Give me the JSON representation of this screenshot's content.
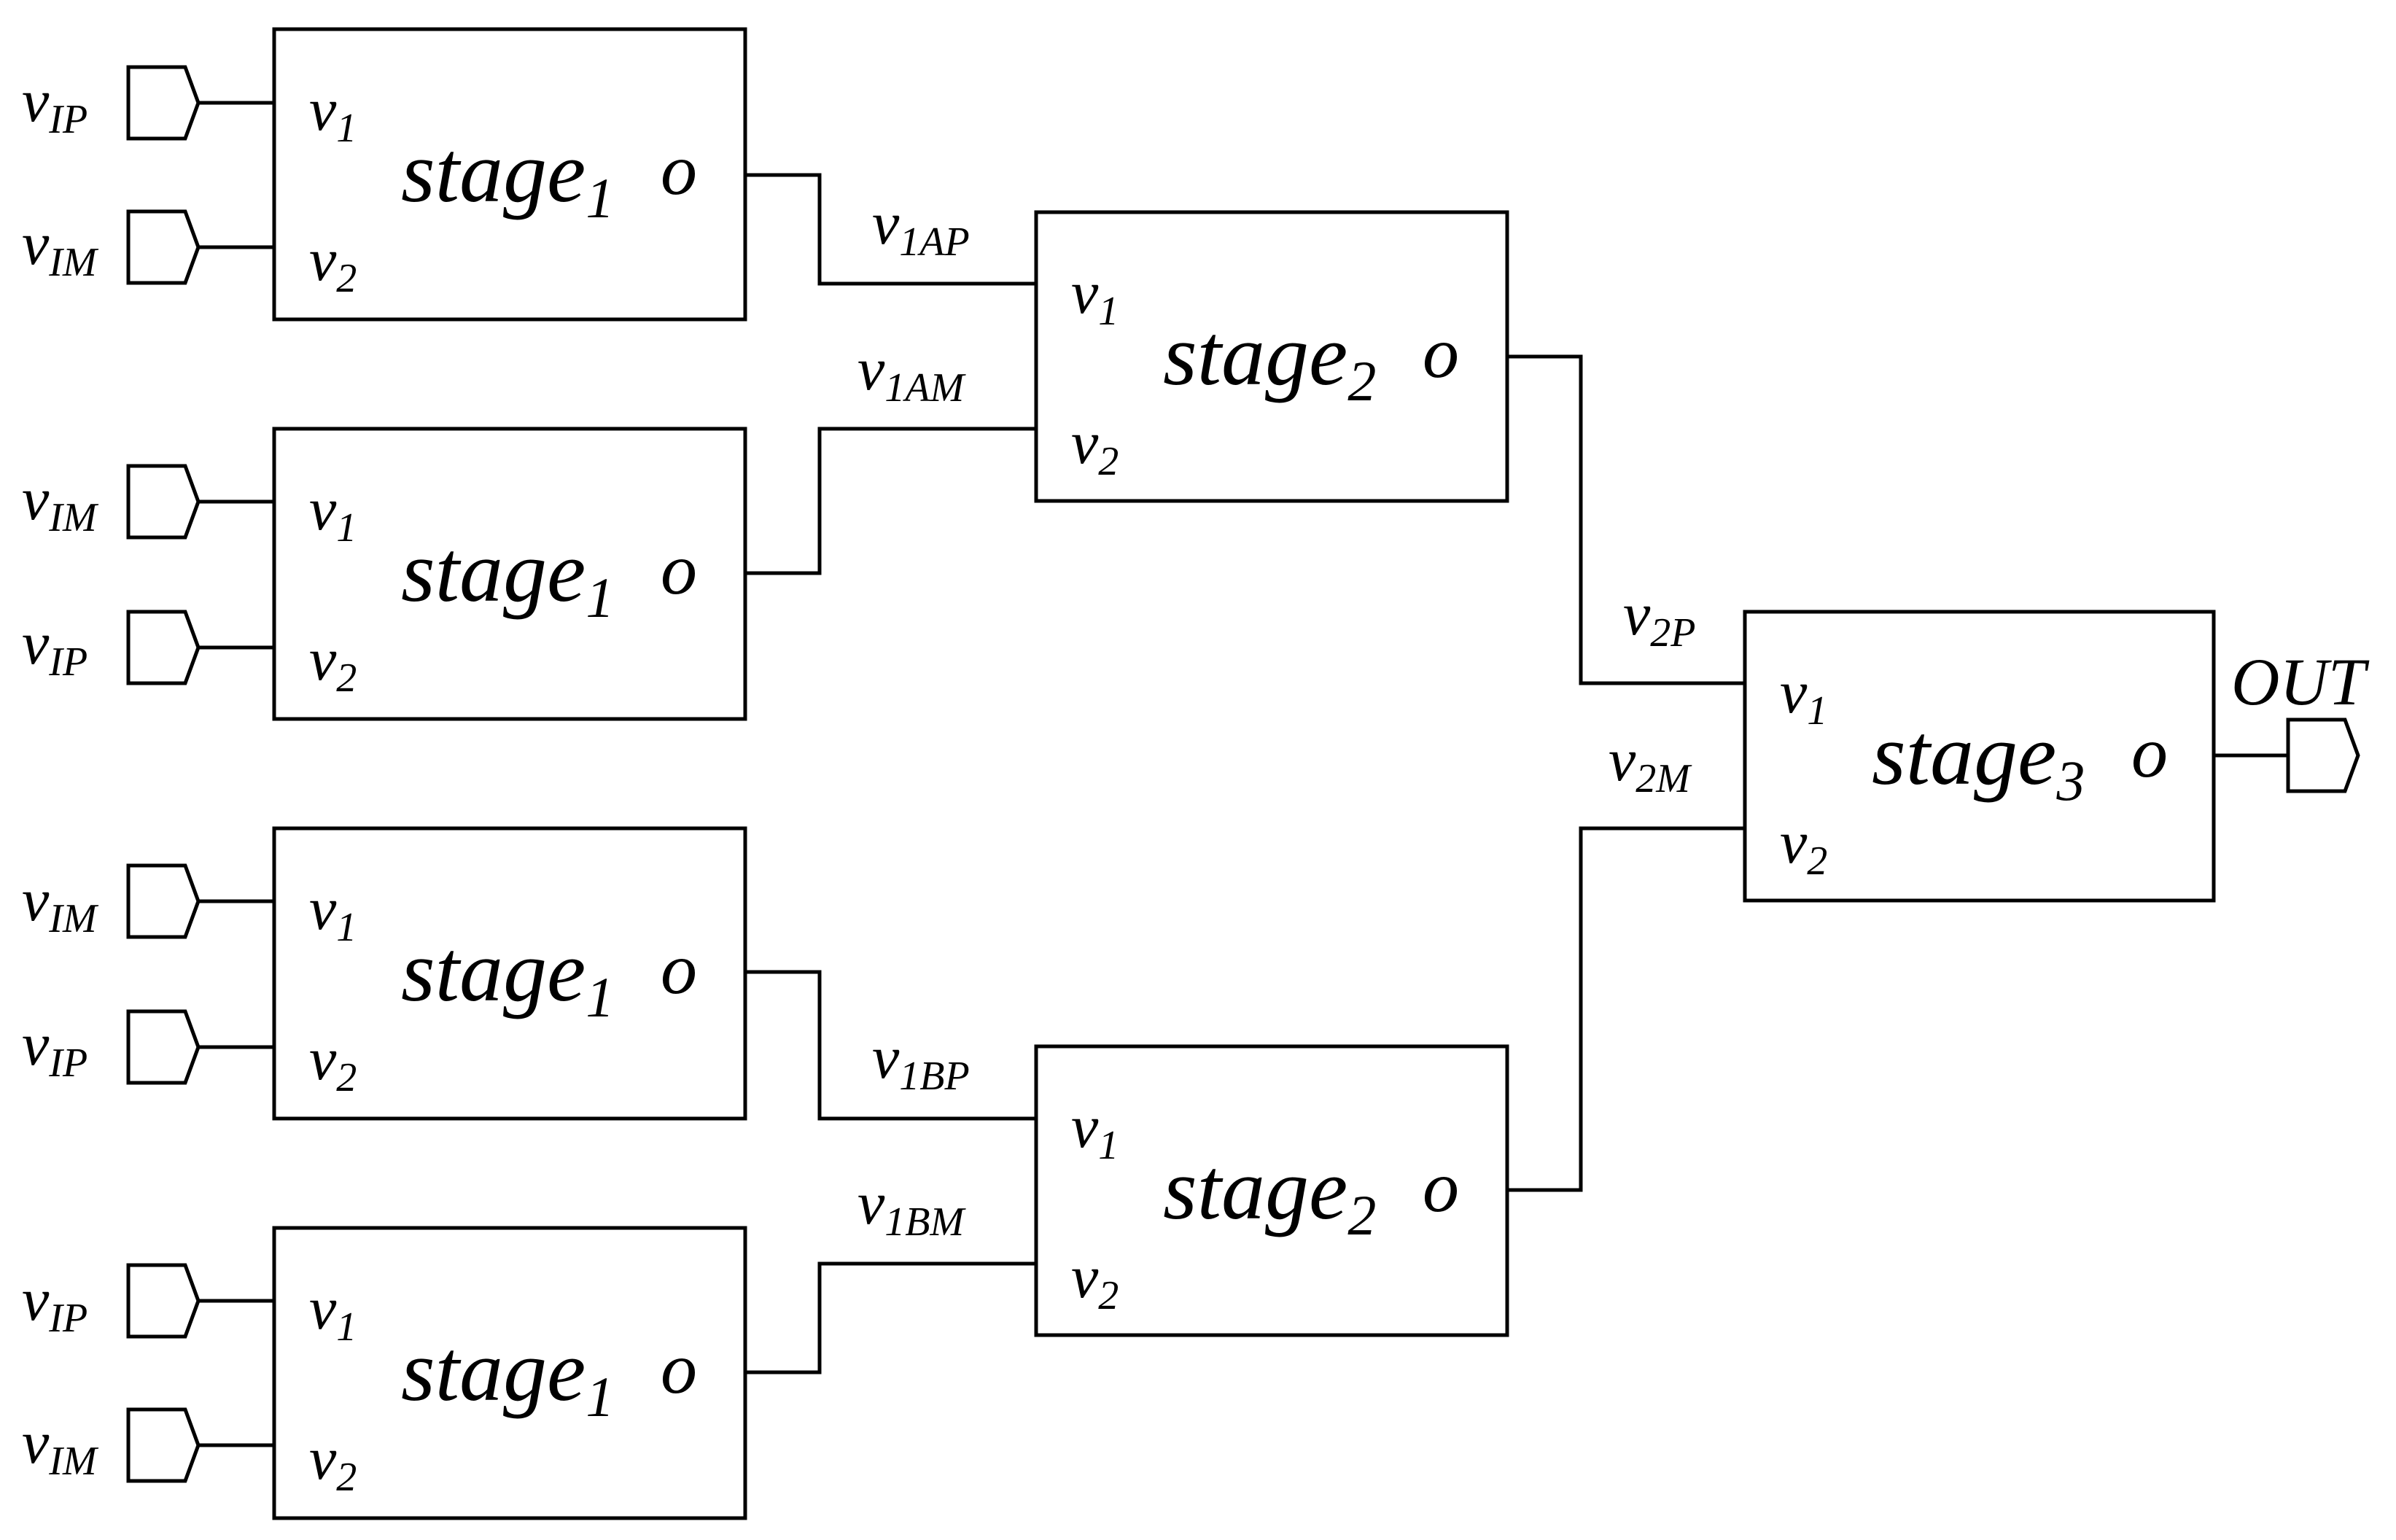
{
  "stages": [
    {
      "id": "s1a",
      "name": "stage",
      "sub": "1",
      "in1": {
        "v": "v",
        "s": "1"
      },
      "in2": {
        "v": "v",
        "s": "2"
      },
      "out": "o"
    },
    {
      "id": "s1b",
      "name": "stage",
      "sub": "1",
      "in1": {
        "v": "v",
        "s": "1"
      },
      "in2": {
        "v": "v",
        "s": "2"
      },
      "out": "o"
    },
    {
      "id": "s1c",
      "name": "stage",
      "sub": "1",
      "in1": {
        "v": "v",
        "s": "1"
      },
      "in2": {
        "v": "v",
        "s": "2"
      },
      "out": "o"
    },
    {
      "id": "s1d",
      "name": "stage",
      "sub": "1",
      "in1": {
        "v": "v",
        "s": "1"
      },
      "in2": {
        "v": "v",
        "s": "2"
      },
      "out": "o"
    },
    {
      "id": "s2a",
      "name": "stage",
      "sub": "2",
      "in1": {
        "v": "v",
        "s": "1"
      },
      "in2": {
        "v": "v",
        "s": "2"
      },
      "out": "o"
    },
    {
      "id": "s2b",
      "name": "stage",
      "sub": "2",
      "in1": {
        "v": "v",
        "s": "1"
      },
      "in2": {
        "v": "v",
        "s": "2"
      },
      "out": "o"
    },
    {
      "id": "s3",
      "name": "stage",
      "sub": "3",
      "in1": {
        "v": "v",
        "s": "1"
      },
      "in2": {
        "v": "v",
        "s": "2"
      },
      "out": "o"
    }
  ],
  "input_ports": [
    {
      "v": "v",
      "s": "IP"
    },
    {
      "v": "v",
      "s": "IM"
    },
    {
      "v": "v",
      "s": "IM"
    },
    {
      "v": "v",
      "s": "IP"
    },
    {
      "v": "v",
      "s": "IM"
    },
    {
      "v": "v",
      "s": "IP"
    },
    {
      "v": "v",
      "s": "IP"
    },
    {
      "v": "v",
      "s": "IM"
    }
  ],
  "signals": [
    {
      "v": "v",
      "s": "1AP"
    },
    {
      "v": "v",
      "s": "1AM"
    },
    {
      "v": "v",
      "s": "1BP"
    },
    {
      "v": "v",
      "s": "1BM"
    },
    {
      "v": "v",
      "s": "2P"
    },
    {
      "v": "v",
      "s": "2M"
    }
  ],
  "output_port": {
    "label": "OUT"
  }
}
